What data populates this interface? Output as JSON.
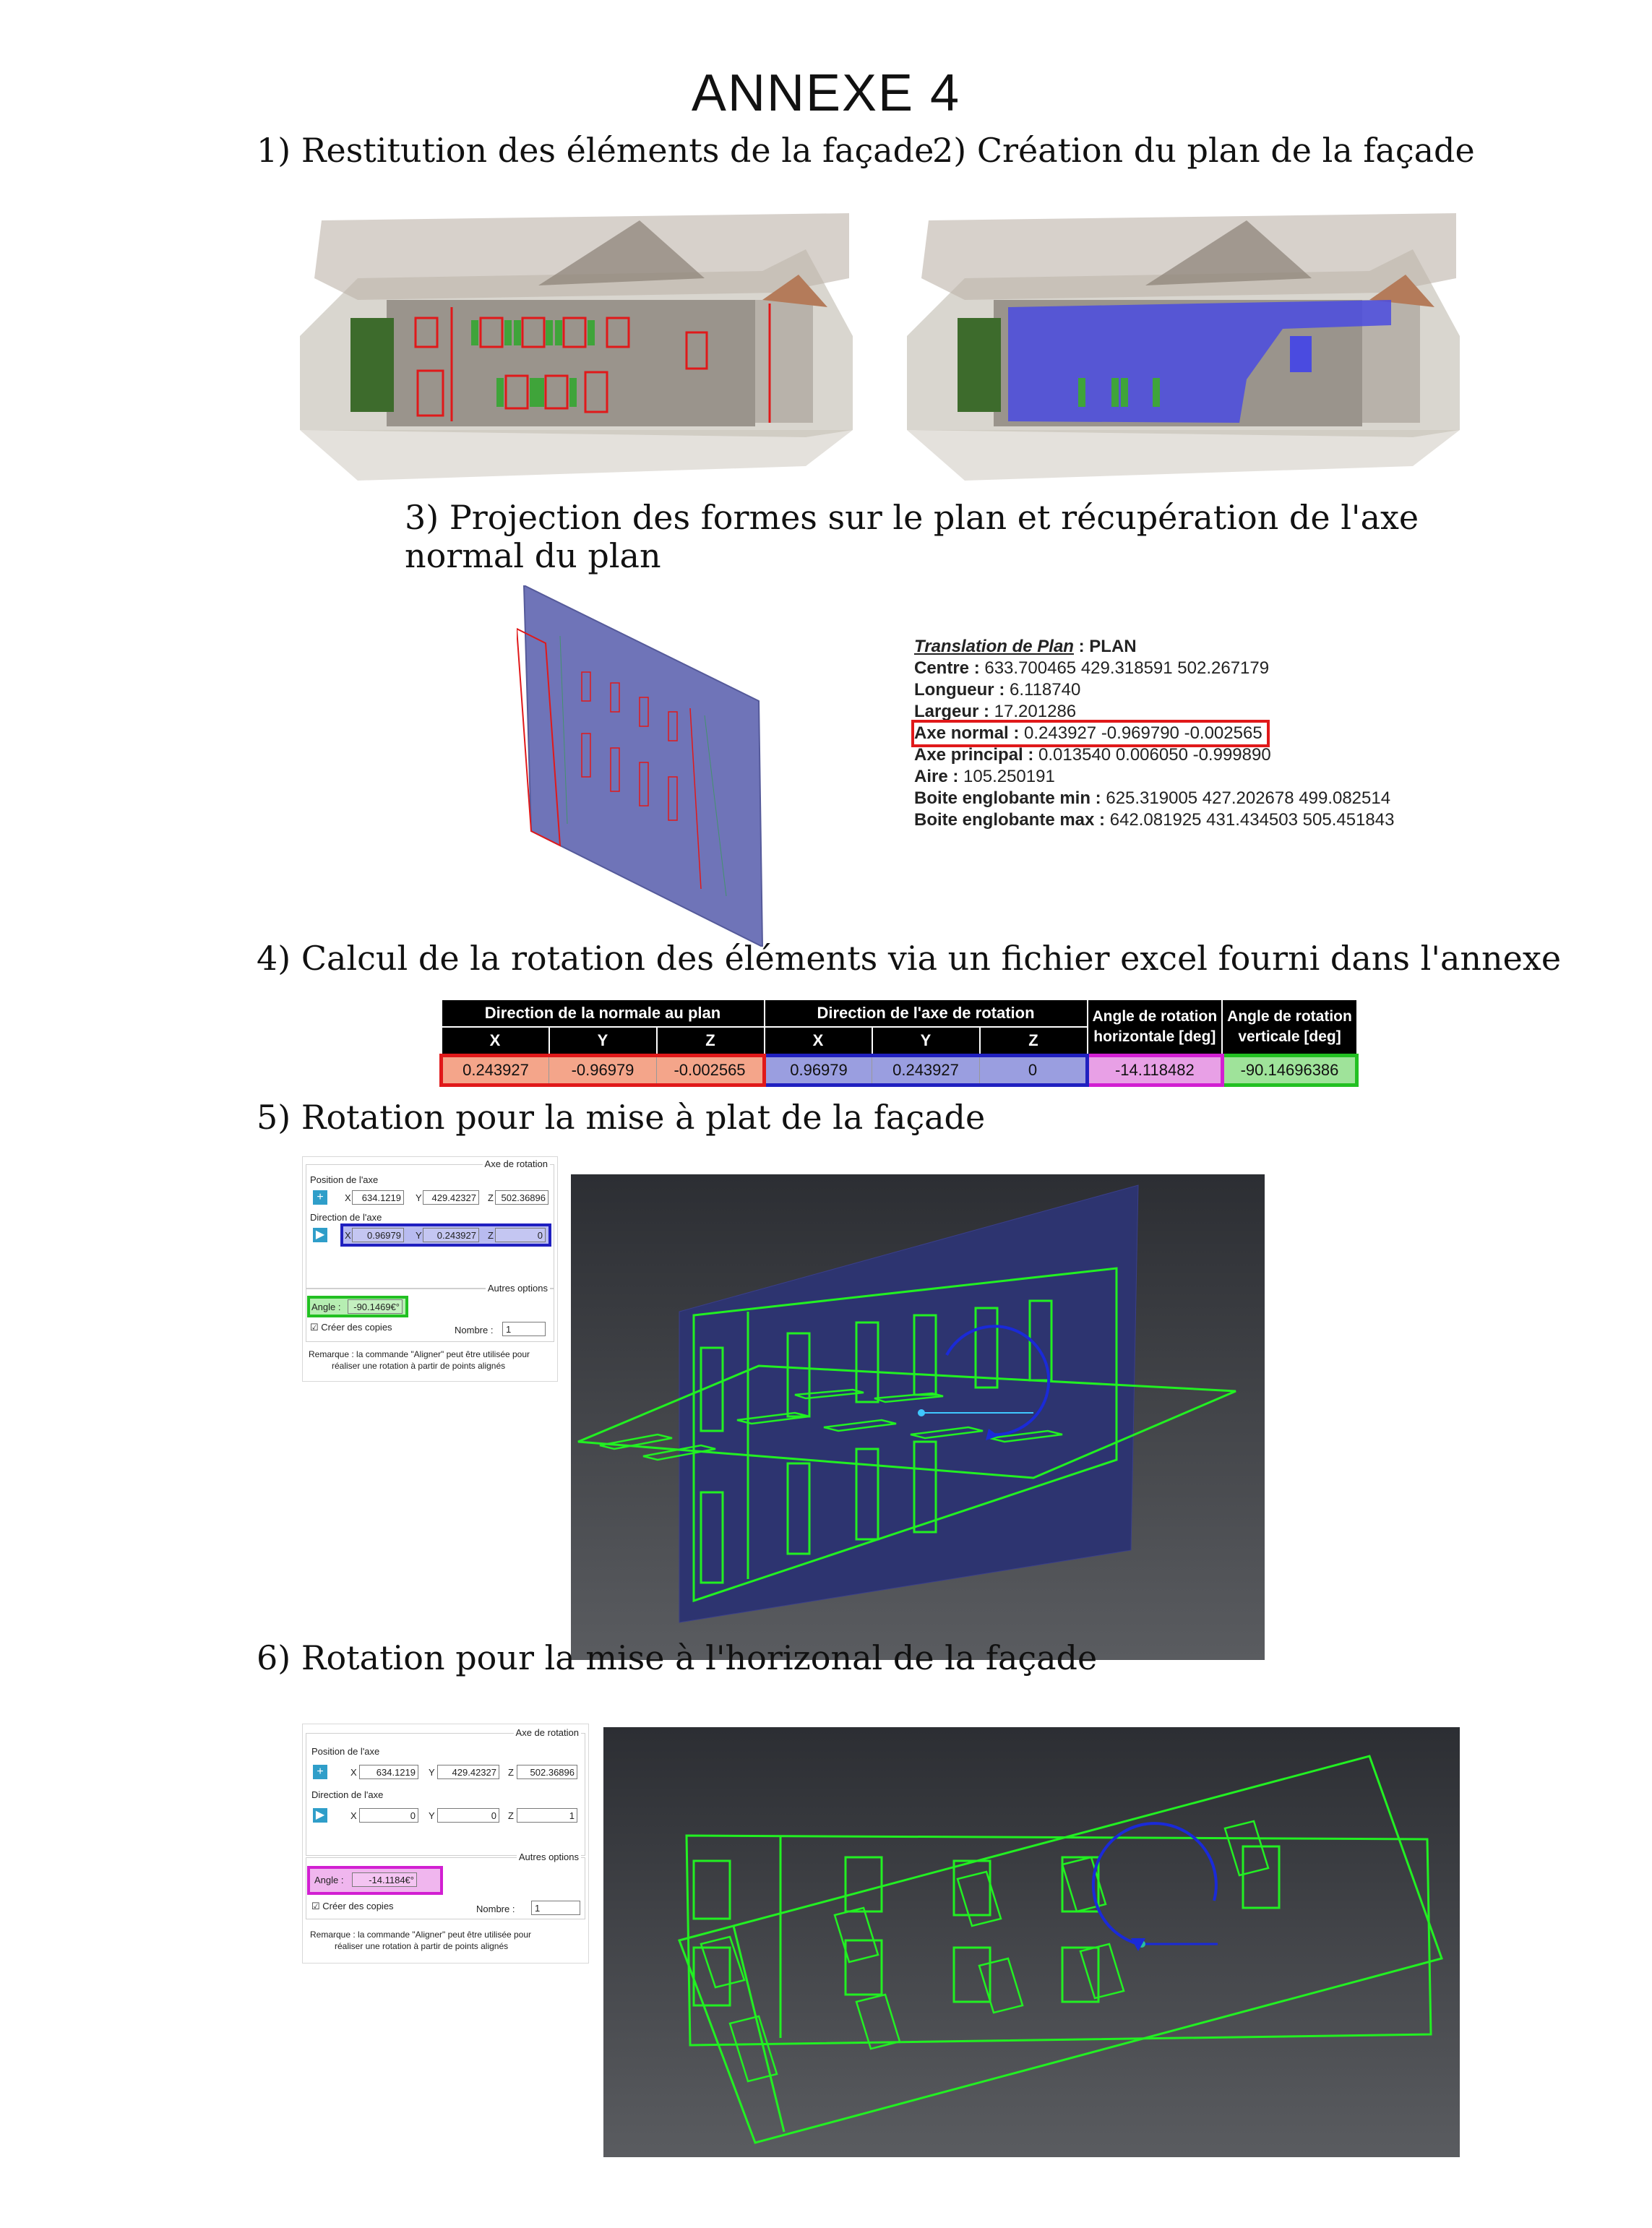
{
  "title": "ANNEXE 4",
  "steps": {
    "s1": "1) Restitution des éléments de la façade",
    "s2": "2) Création du plan de la façade",
    "s3a": "3) Projection des formes sur le plan et récupération de l'axe",
    "s3b": "normal du plan",
    "s4": "4) Calcul de la rotation des éléments via un fichier excel fourni dans l'annexe",
    "s5": "5) Rotation pour la mise à plat de la façade",
    "s6": "6) Rotation pour la mise à l'horizonal de la façade"
  },
  "plane_info": {
    "heading": "Translation de Plan",
    "heading_suffix": " : PLAN",
    "rows": [
      {
        "label": "Centre :",
        "value": " 633.700465 429.318591 502.267179"
      },
      {
        "label": "Longueur :",
        "value": " 6.118740"
      },
      {
        "label": "Largeur :",
        "value": " 17.201286"
      },
      {
        "label": "Axe normal :",
        "value": " 0.243927 -0.969790 -0.002565"
      },
      {
        "label": "Axe principal :",
        "value": " 0.013540 0.006050 -0.999890"
      },
      {
        "label": "Aire :",
        "value": " 105.250191"
      },
      {
        "label": "Boite englobante min :",
        "value": " 625.319005 427.202678 499.082514"
      },
      {
        "label": "Boite englobante max :",
        "value": " 642.081925 431.434503 505.451843"
      }
    ]
  },
  "calc_table": {
    "group1": "Direction de la normale au plan",
    "group2": "Direction de l'axe de rotation",
    "col_h1": "Angle de rotation",
    "col_h1b": "horizontale [deg]",
    "col_v1": "Angle de rotation",
    "col_v1b": "verticale [deg]",
    "x": "X",
    "y": "Y",
    "z": "Z",
    "normal": [
      "0.243927",
      "-0.96979",
      "-0.002565"
    ],
    "axis": [
      "0.96979",
      "0.243927",
      "0"
    ],
    "angle_h": "-14.118482",
    "angle_v": "-90.14696386",
    "colors": {
      "normal": "#f4a58a",
      "axis": "#9a9ee0",
      "angle_h": "#e8a0e6",
      "angle_v": "#9fe39a",
      "border_normal": "#e0191a",
      "border_axis": "#2020c0",
      "border_h": "#d21fd2",
      "border_v": "#22c022"
    }
  },
  "dialog5": {
    "group_title": "Axe de rotation",
    "position_label": "Position de l'axe",
    "pos": {
      "x": "634.1219",
      "y": "429.42327",
      "z": "502.36896"
    },
    "direction_label": "Direction de l'axe",
    "dir": {
      "x": "0.96979",
      "y": "0.243927",
      "z": "0"
    },
    "options_title": "Autres options",
    "angle_label": "Angle :",
    "angle": "-90.1469€°",
    "copies_label": "Créer des copies",
    "nombre_label": "Nombre :",
    "nombre": "1",
    "remark1": "Remarque : la commande \"Aligner\" peut être utilisée pour",
    "remark2": "réaliser une rotation à partir de points alignés",
    "xl": "X",
    "yl": "Y",
    "zl": "Z"
  },
  "dialog6": {
    "group_title": "Axe de rotation",
    "position_label": "Position de l'axe",
    "pos": {
      "x": "634.1219",
      "y": "429.42327",
      "z": "502.36896"
    },
    "direction_label": "Direction de l'axe",
    "dir": {
      "x": "0",
      "y": "0",
      "z": "1"
    },
    "options_title": "Autres options",
    "angle_label": "Angle :",
    "angle": "-14.1184€°",
    "copies_label": "Créer des copies",
    "nombre_label": "Nombre :",
    "nombre": "1",
    "remark1": "Remarque : la commande \"Aligner\" peut être utilisée pour",
    "remark2": "réaliser une rotation à partir de points alignés",
    "xl": "X",
    "yl": "Y",
    "zl": "Z"
  }
}
